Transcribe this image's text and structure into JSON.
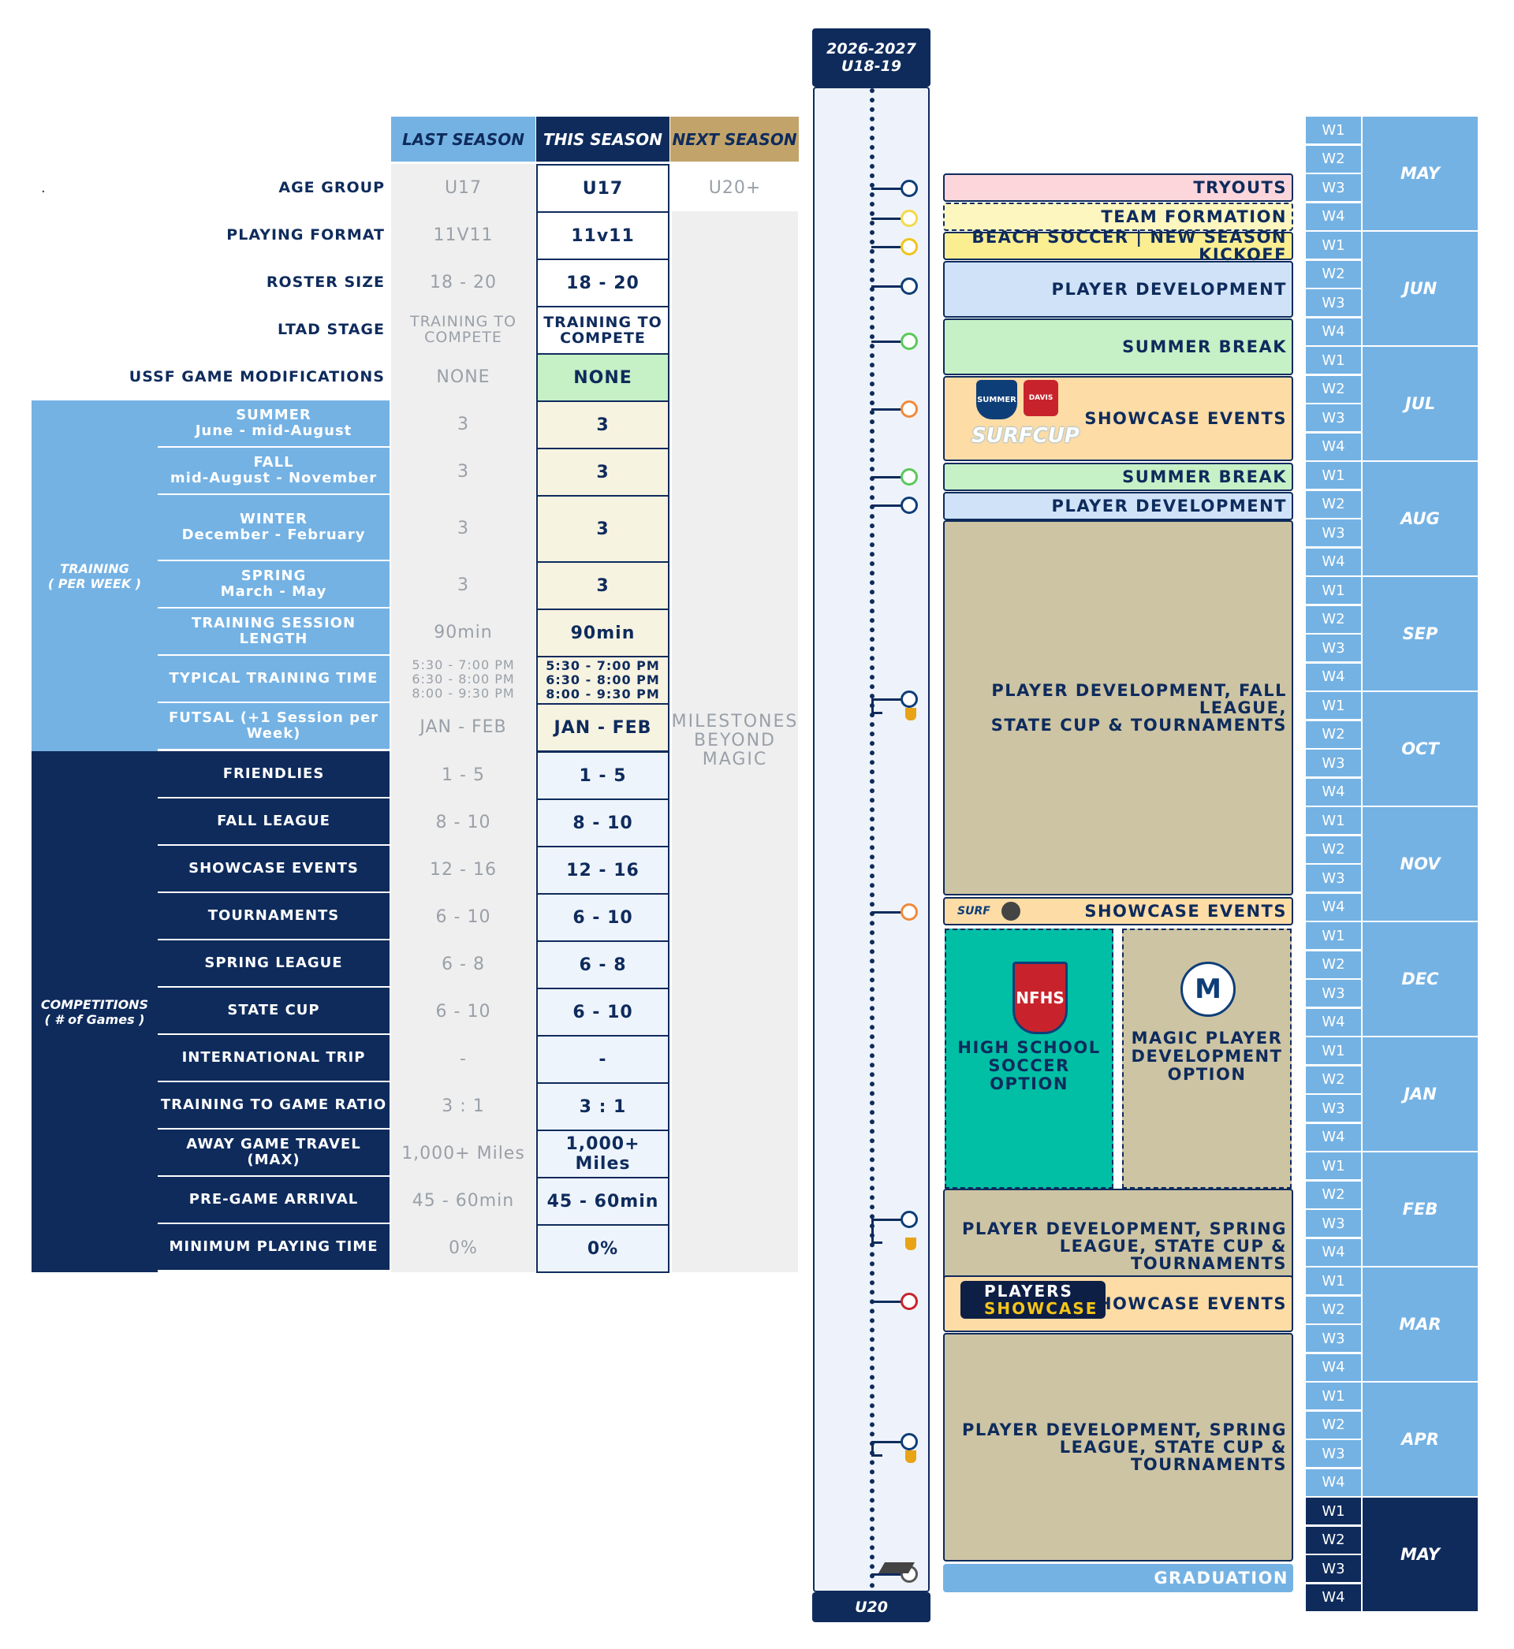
{
  "headers": {
    "last": "LAST SEASON",
    "this": "THIS SEASON",
    "next": "NEXT SEASON"
  },
  "dot": ".",
  "groups": {
    "training": "TRAINING\n( PER WEEK )",
    "competitions": "COMPETITIONS\n( # of Games )"
  },
  "top_rows": [
    {
      "label": "AGE GROUP",
      "last": "U17",
      "this": "U17",
      "next": "U20+"
    },
    {
      "label": "PLAYING FORMAT",
      "last": "11V11",
      "this": "11v11"
    },
    {
      "label": "ROSTER SIZE",
      "last": "18 - 20",
      "this": "18 - 20"
    },
    {
      "label": "LTAD STAGE",
      "last": "TRAINING TO\nCOMPETE",
      "this": "TRAINING TO\nCOMPETE"
    },
    {
      "label": "USSF GAME MODIFICATIONS",
      "last": "NONE",
      "this": "NONE"
    }
  ],
  "training_rows": [
    {
      "label": "SUMMER\nJune - mid-August",
      "last": "3",
      "this": "3"
    },
    {
      "label": "FALL\nmid-August - November",
      "last": "3",
      "this": "3"
    },
    {
      "label": "WINTER\nDecember - February",
      "last": "3",
      "this": "3"
    },
    {
      "label": "SPRING\nMarch - May",
      "last": "3",
      "this": "3"
    },
    {
      "label": "TRAINING SESSION LENGTH",
      "last": "90min",
      "this": "90min"
    },
    {
      "label": "TYPICAL TRAINING TIME",
      "last": "5:30 - 7:00 PM\n6:30 - 8:00 PM\n8:00 - 9:30 PM",
      "this": "5:30 - 7:00 PM\n6:30 - 8:00 PM\n8:00 - 9:30 PM"
    },
    {
      "label": "FUTSAL (+1 Session per Week)",
      "last": "JAN - FEB",
      "this": "JAN - FEB"
    }
  ],
  "competition_rows": [
    {
      "label": "FRIENDLIES",
      "last": "1 - 5",
      "this": "1 - 5"
    },
    {
      "label": "FALL LEAGUE",
      "last": "8 - 10",
      "this": "8 - 10"
    },
    {
      "label": "SHOWCASE EVENTS",
      "last": "12 - 16",
      "this": "12 - 16"
    },
    {
      "label": "TOURNAMENTS",
      "last": "6 - 10",
      "this": "6 - 10"
    },
    {
      "label": "SPRING LEAGUE",
      "last": "6 - 8",
      "this": "6 - 8"
    },
    {
      "label": "STATE CUP",
      "last": "6 - 10",
      "this": "6 - 10"
    },
    {
      "label": "INTERNATIONAL TRIP",
      "last": "-",
      "this": "-"
    },
    {
      "label": "TRAINING TO GAME RATIO",
      "last": "3 : 1",
      "this": "3 : 1"
    },
    {
      "label": "AWAY GAME TRAVEL (MAX)",
      "last": "1,000+ Miles",
      "this": "1,000+ Miles"
    },
    {
      "label": "PRE-GAME ARRIVAL",
      "last": "45 - 60min",
      "this": "45 - 60min"
    },
    {
      "label": "MINIMUM PLAYING TIME",
      "last": "0%",
      "this": "0%"
    }
  ],
  "next_note": "MILESTONES\nBEYOND\nMAGIC",
  "timeline": {
    "top_line1": "2026-2027",
    "top_line2": "U18-19",
    "bottom": "U20"
  },
  "segments": [
    {
      "label": "TRYOUTS",
      "color": "#fcd6db"
    },
    {
      "label": "TEAM FORMATION",
      "color": "#fdf6bf"
    },
    {
      "label": "BEACH SOCCER | NEW SEASON KICKOFF",
      "color": "#fbee91"
    },
    {
      "label": "PLAYER DEVELOPMENT",
      "color": "#cfe2f8"
    },
    {
      "label": "SUMMER BREAK",
      "color": "#c6f0c6"
    },
    {
      "label": "SHOWCASE EVENTS",
      "color": "#fddca6"
    },
    {
      "label": "SUMMER BREAK",
      "color": "#c6f0c6"
    },
    {
      "label": "PLAYER DEVELOPMENT",
      "color": "#cfe2f8"
    },
    {
      "label": "PLAYER DEVELOPMENT, FALL LEAGUE,\nSTATE CUP & TOURNAMENTS",
      "color": "#cdc4a4"
    },
    {
      "label": "SHOWCASE EVENTS",
      "color": "#fddca6"
    },
    {
      "label": "PLAYER DEVELOPMENT, SPRING\nLEAGUE, STATE CUP & TOURNAMENTS",
      "color": "#cdc4a4"
    },
    {
      "label": "SHOWCASE EVENTS",
      "color": "#fddca6"
    },
    {
      "label": "PLAYER DEVELOPMENT, SPRING\nLEAGUE, STATE CUP & TOURNAMENTS",
      "color": "#cdc4a4"
    },
    {
      "label": "GRADUATION",
      "color": "#74b2e4"
    }
  ],
  "options": {
    "high_school": "HIGH SCHOOL\nSOCCER OPTION",
    "magic": "MAGIC PLAYER\nDEVELOPMENT\nOPTION",
    "nfhs_logo": "NFHS",
    "magic_logo": "M"
  },
  "logos": {
    "summer": "SUMMER",
    "davis": "DAVIS",
    "surfcup": "SURFCUP",
    "surf_college": "SURF",
    "vegas_line1": "PLAYERS",
    "vegas_line2": "SHOWCASE"
  },
  "months": [
    "MAY",
    "JUN",
    "JUL",
    "AUG",
    "SEP",
    "OCT",
    "NOV",
    "DEC",
    "JAN",
    "FEB",
    "MAR",
    "APR",
    "MAY"
  ],
  "weeks": [
    "W1",
    "W2",
    "W3",
    "W4"
  ],
  "colors": {
    "navy": "#0e2b5c",
    "light_blue": "#74b2e4",
    "gold": "#c2a46b",
    "teal": "#00bfa5",
    "khaki": "#cdc4a4"
  }
}
